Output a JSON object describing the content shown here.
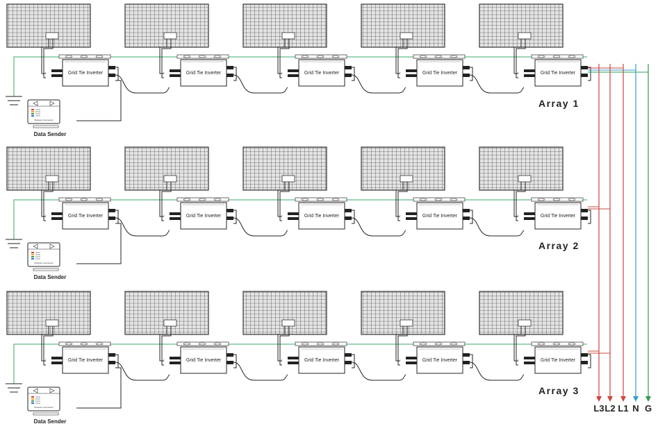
{
  "arrays": [
    {
      "label": "Array 1",
      "sender": {
        "label": "Data Sender",
        "caption": "Wireless Connection"
      }
    },
    {
      "label": "Array 2",
      "sender": {
        "label": "Data Sender",
        "caption": "Wireless Connection"
      }
    },
    {
      "label": "Array 3",
      "sender": {
        "label": "Data Sender",
        "caption": "Wireless Connection"
      }
    }
  ],
  "inverter_label": "Grid Tie Inverter",
  "inverters_per_array": 5,
  "bus": [
    {
      "label": "L3",
      "color": "#c8473e"
    },
    {
      "label": "L2",
      "color": "#c8473e"
    },
    {
      "label": "L1",
      "color": "#c8473e"
    },
    {
      "label": "N",
      "color": "#2f9fd5"
    },
    {
      "label": "G",
      "color": "#2e9b4f"
    }
  ],
  "colors": {
    "panel_grid": "#555555",
    "panel_fill": "#e4e4e4",
    "wire": "#222222",
    "ground_wire": "#3aa86a"
  }
}
